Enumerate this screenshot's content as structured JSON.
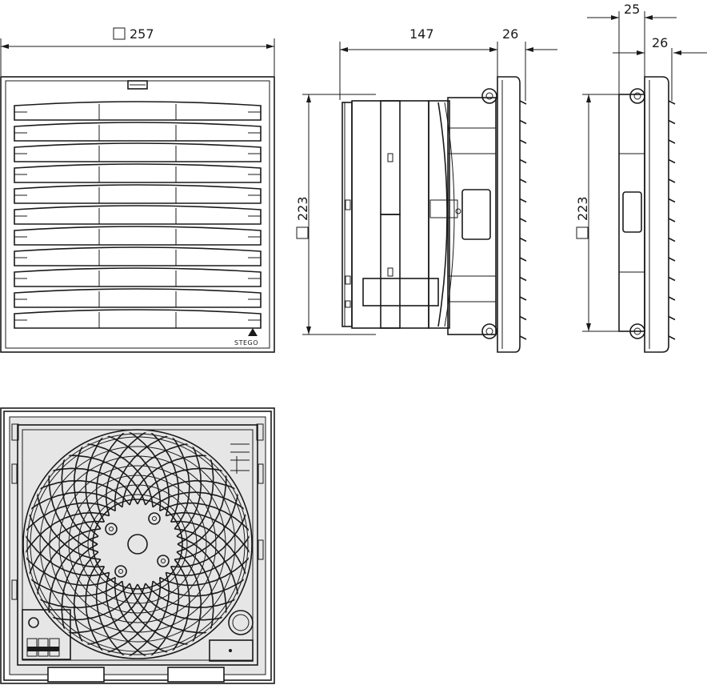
{
  "dimensions": {
    "front_width": {
      "symbol": "square",
      "value": "257"
    },
    "side_height": {
      "symbol": "square",
      "value": "223"
    },
    "side_depth": {
      "value": "147"
    },
    "side_grille_depth": {
      "value": "26"
    },
    "filter_height": {
      "symbol": "square",
      "value": "223"
    },
    "filter_depth_total": {
      "value": "25"
    },
    "filter_grille_depth": {
      "value": "26"
    }
  },
  "logo": {
    "text": "STEGO"
  },
  "colors": {
    "line": "#1a1a1a",
    "panel": "#e6e6e6",
    "background": "#ffffff"
  }
}
